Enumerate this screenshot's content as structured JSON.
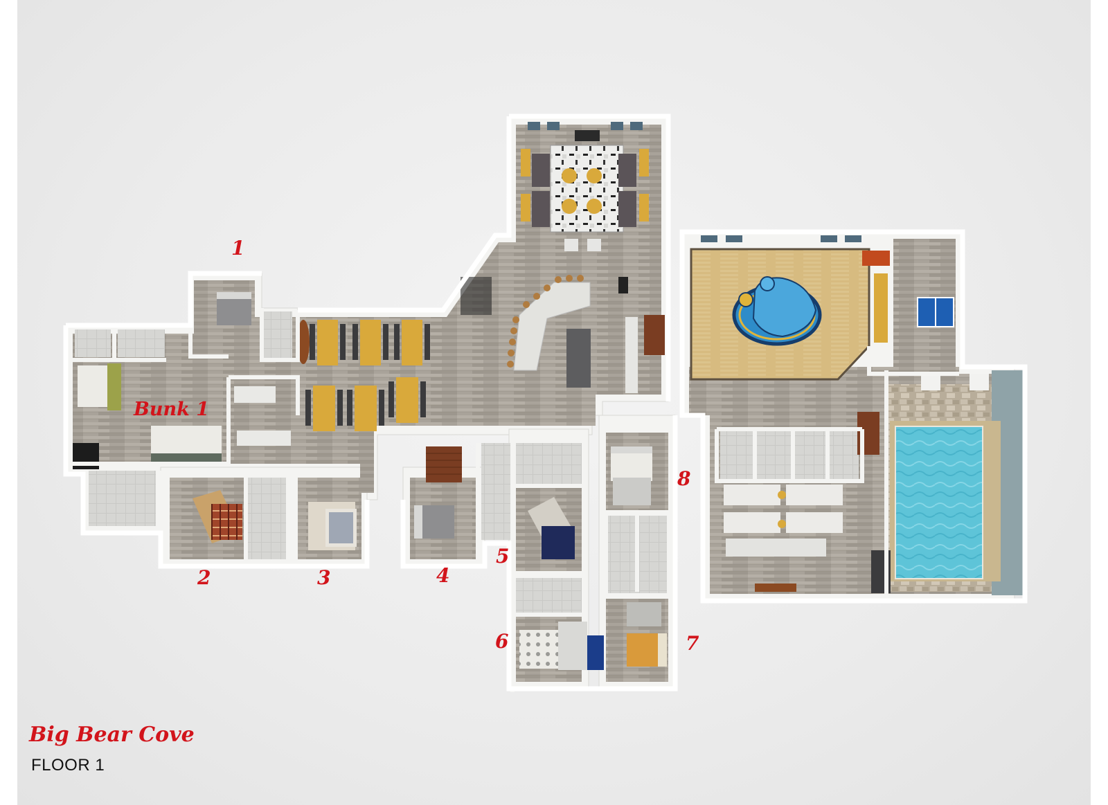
{
  "title": "Big Bear Cove",
  "subtitle": "FLOOR 1",
  "bunk_label": "Bunk 1",
  "rooms": [
    "1",
    "2",
    "3",
    "4",
    "5",
    "6",
    "7",
    "8"
  ],
  "colors": {
    "accent": "#d2141b",
    "floor": "#a9a39a",
    "wall": "#f4f4f2",
    "court": "#d7bb80",
    "pool": "#5ec4d8",
    "table": "#d9a93b",
    "bed_blue": "#1f2a5a",
    "bed_plaid": "#a0452a",
    "ping_pong": "#1e5fb3"
  },
  "icons": [
    "bear-mascot-logo"
  ]
}
